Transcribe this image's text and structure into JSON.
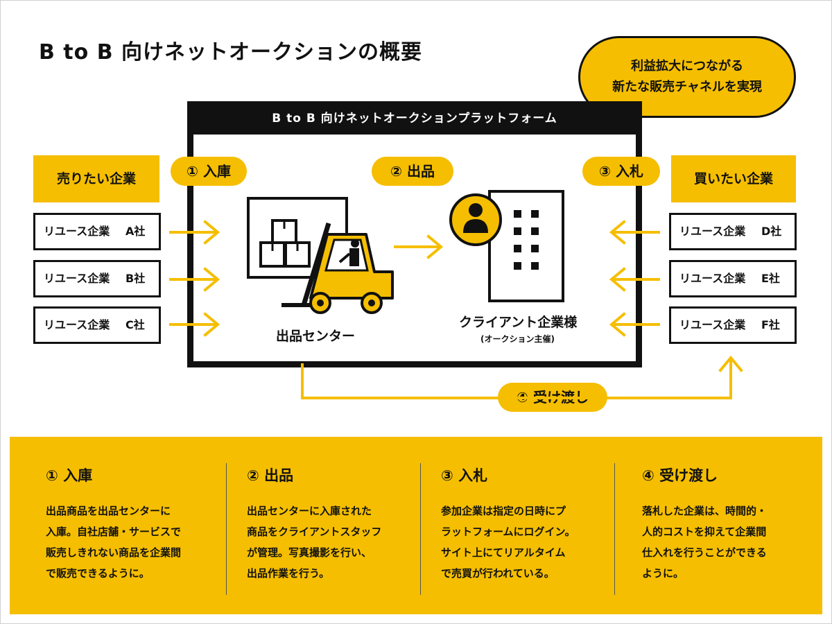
{
  "title": "B to B 向けネットオークションの概要",
  "bubble": {
    "line1": "利益拡大につながる",
    "line2": "新たな販売チャネルを実現"
  },
  "platform": {
    "title": "B to B 向けネットオークションプラットフォーム"
  },
  "steps": {
    "step1": "① 入庫",
    "step2": "② 出品",
    "step3": "③ 入札",
    "step4": "④ 受け渡し"
  },
  "sellers": {
    "label": "売りたい企業",
    "companies": [
      {
        "name": "リユース企業",
        "id": "A社"
      },
      {
        "name": "リユース企業",
        "id": "B社"
      },
      {
        "name": "リユース企業",
        "id": "C社"
      }
    ]
  },
  "buyers": {
    "label": "買いたい企業",
    "companies": [
      {
        "name": "リユース企業",
        "id": "D社"
      },
      {
        "name": "リユース企業",
        "id": "E社"
      },
      {
        "name": "リユース企業",
        "id": "F社"
      }
    ]
  },
  "center": {
    "label": "出品センター"
  },
  "client": {
    "label": "クライアント企業様",
    "sublabel": "(オークション主催)"
  },
  "colors": {
    "accent": "#f5be00",
    "dark": "#111111"
  },
  "icons": [
    "boxes-icon",
    "forklift-icon",
    "person-icon",
    "building-icon",
    "arrow-right-icon",
    "arrow-left-icon",
    "arrow-up-icon"
  ],
  "details": [
    {
      "title": "① 入庫",
      "lines": [
        "出品商品を出品センターに",
        "入庫。自社店舗・サービスで",
        "販売しきれない商品を企業間",
        "で販売できるように。"
      ]
    },
    {
      "title": "② 出品",
      "lines": [
        "出品センターに入庫された",
        "商品をクライアントスタッフ",
        "が管理。写真撮影を行い、",
        "出品作業を行う。"
      ]
    },
    {
      "title": "③ 入札",
      "lines": [
        "参加企業は指定の日時にプ",
        "ラットフォームにログイン。",
        "サイト上にてリアルタイム",
        "で売買が行われている。"
      ]
    },
    {
      "title": "④ 受け渡し",
      "lines": [
        "落札した企業は、時間的・",
        "人的コストを抑えて企業間",
        "仕入れを行うことができる",
        "ように。"
      ]
    }
  ]
}
